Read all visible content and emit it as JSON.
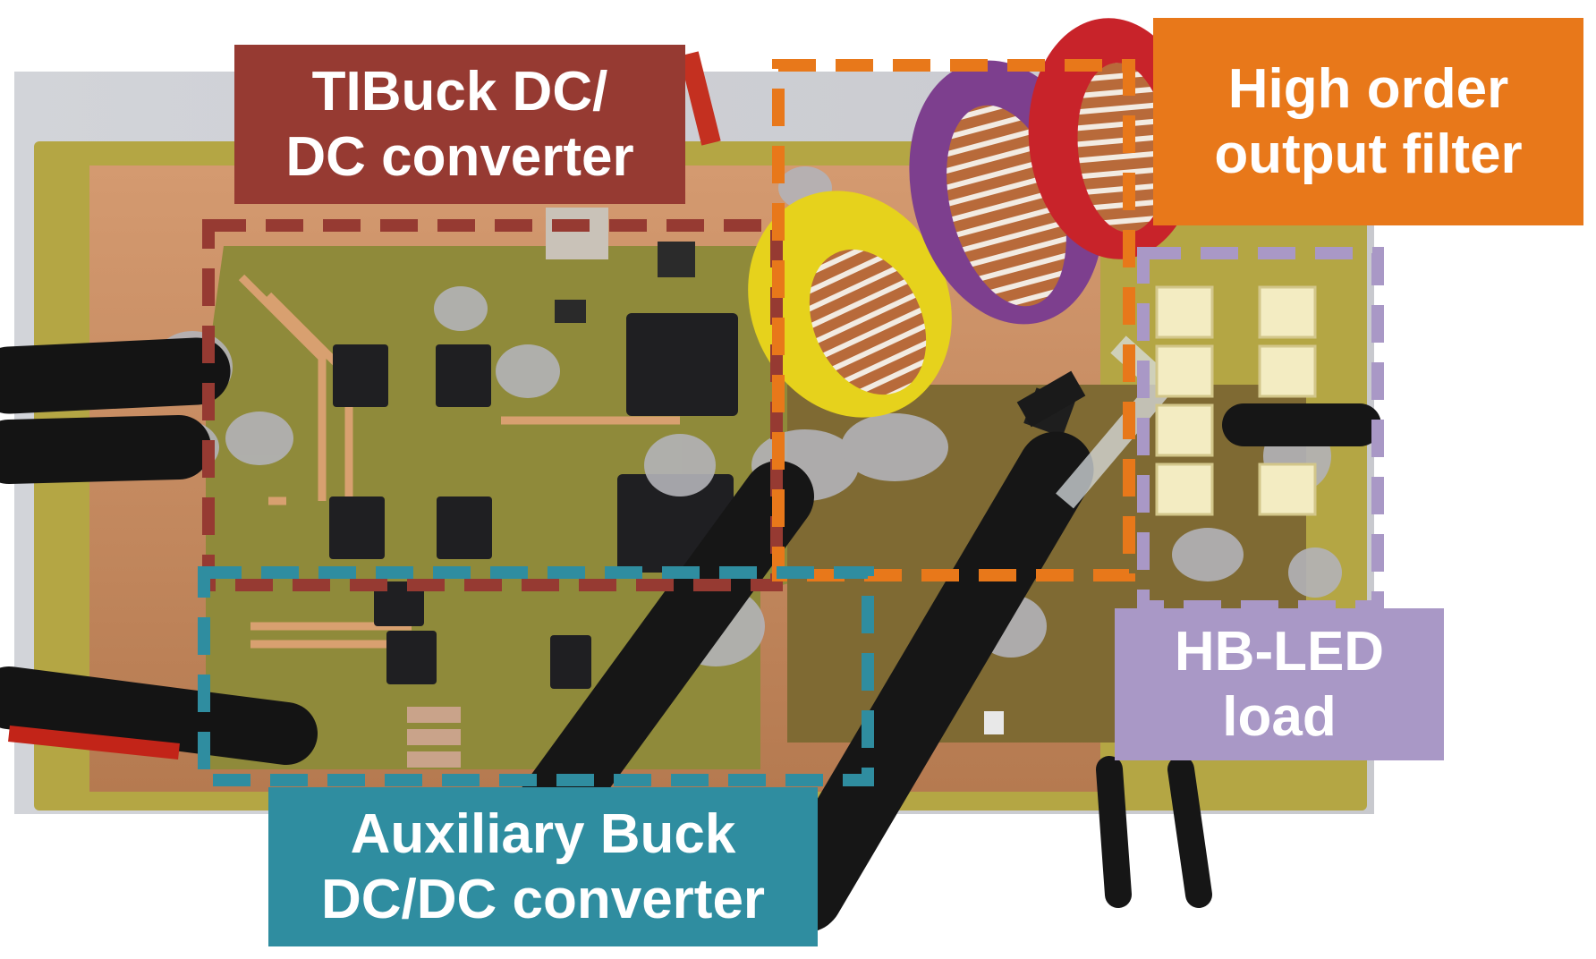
{
  "labels": {
    "tibuck": "TIBuck DC/\nDC converter",
    "filter": "High order\noutput filter",
    "led": "HB-LED\nload",
    "aux": "Auxiliary Buck\nDC/DC converter"
  },
  "colors": {
    "tibuck": "#963a32",
    "filter": "#e8781a",
    "led": "#a998c6",
    "aux": "#2f8da0",
    "board": "#b8a84a",
    "copper": "#c98a5c"
  }
}
